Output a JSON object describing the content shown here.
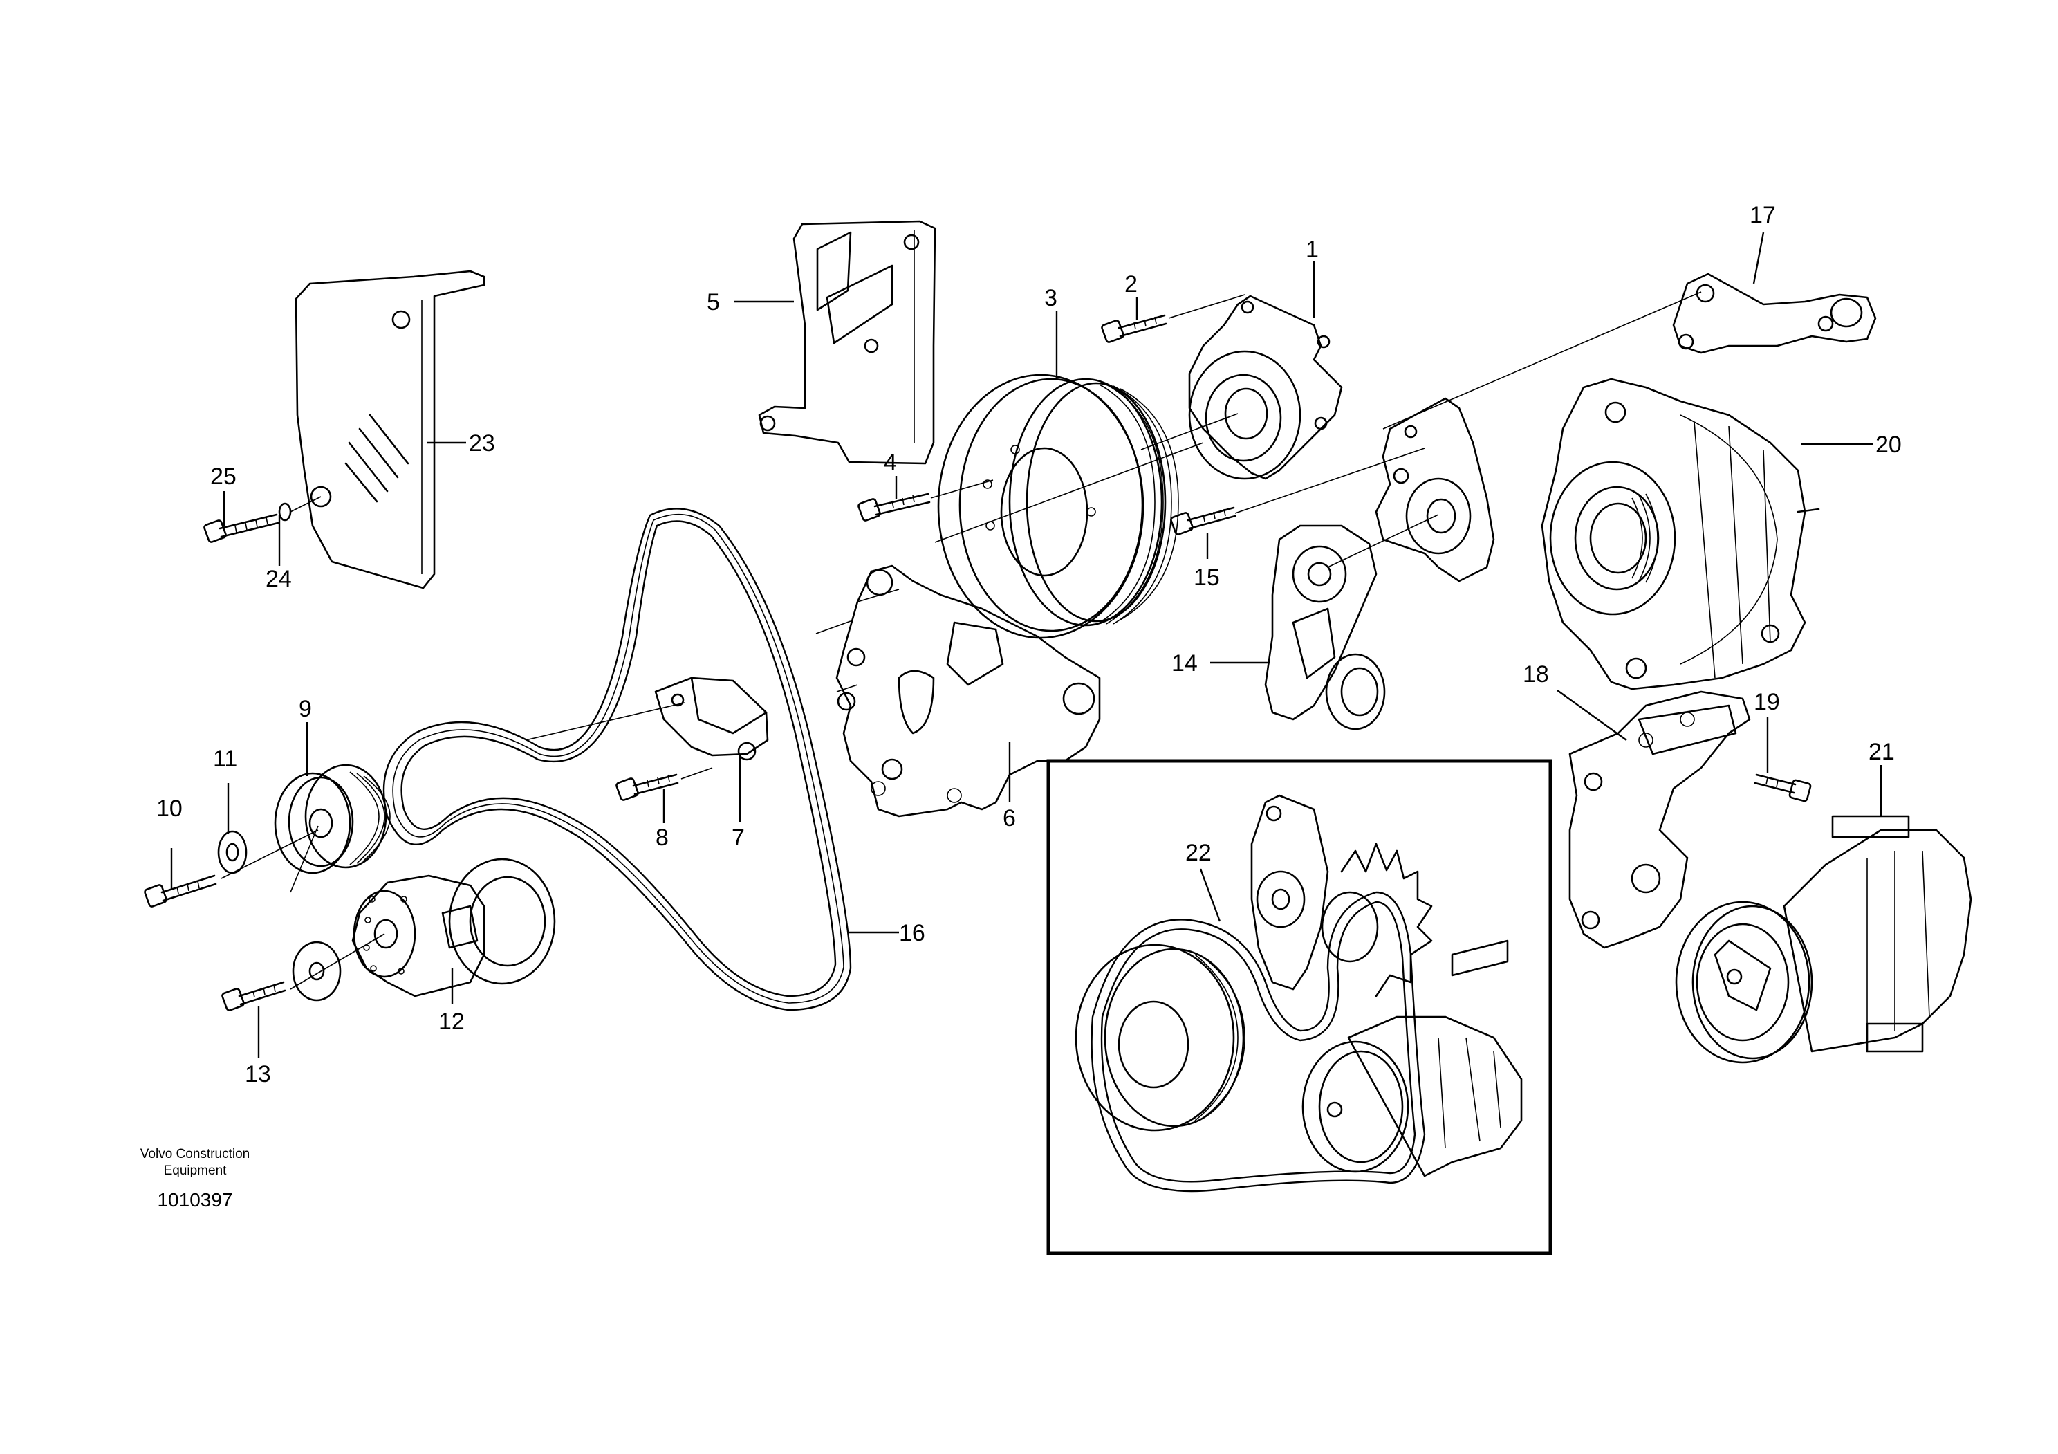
{
  "callouts": [
    {
      "id": "1",
      "label": "1"
    },
    {
      "id": "2",
      "label": "2"
    },
    {
      "id": "3",
      "label": "3"
    },
    {
      "id": "4",
      "label": "4"
    },
    {
      "id": "5",
      "label": "5"
    },
    {
      "id": "6",
      "label": "6"
    },
    {
      "id": "7",
      "label": "7"
    },
    {
      "id": "8",
      "label": "8"
    },
    {
      "id": "9",
      "label": "9"
    },
    {
      "id": "10",
      "label": "10"
    },
    {
      "id": "11",
      "label": "11"
    },
    {
      "id": "12",
      "label": "12"
    },
    {
      "id": "13",
      "label": "13"
    },
    {
      "id": "14",
      "label": "14"
    },
    {
      "id": "15",
      "label": "15"
    },
    {
      "id": "16",
      "label": "16"
    },
    {
      "id": "17",
      "label": "17"
    },
    {
      "id": "18",
      "label": "18"
    },
    {
      "id": "19",
      "label": "19"
    },
    {
      "id": "20",
      "label": "20"
    },
    {
      "id": "21",
      "label": "21"
    },
    {
      "id": "22",
      "label": "22"
    },
    {
      "id": "23",
      "label": "23"
    },
    {
      "id": "24",
      "label": "24"
    },
    {
      "id": "25",
      "label": "25"
    }
  ],
  "footer": {
    "credit_line1": "Volvo Construction",
    "credit_line2": "Equipment",
    "doc_number": "1010397"
  }
}
